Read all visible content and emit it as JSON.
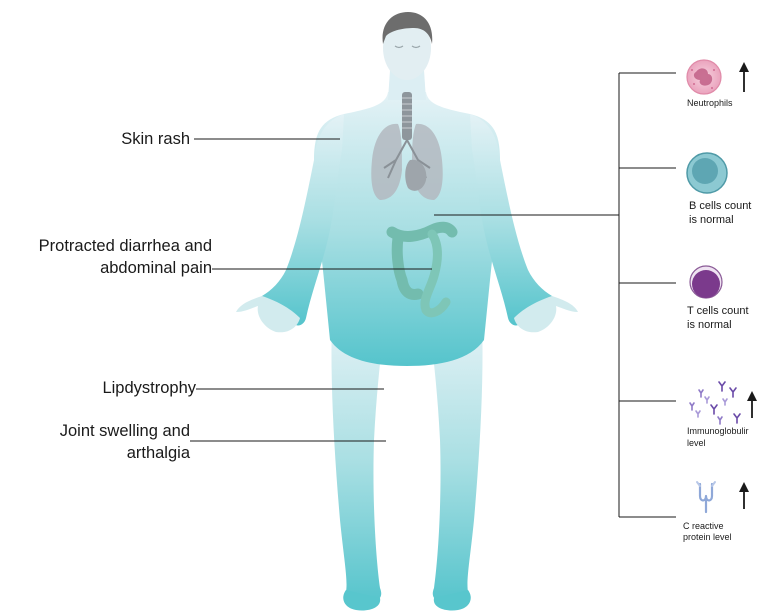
{
  "symptoms": {
    "skin_rash": "Skin rash",
    "diarrhea_line1": "Protracted diarrhea and",
    "diarrhea_line2": "abdominal pain",
    "lipodystrophy": "Lipdystrophy",
    "joint_line1": "Joint swelling and",
    "joint_line2": "arthalgia"
  },
  "lab_findings": {
    "neutrophils": {
      "label": "Neutrophils",
      "trend": "up"
    },
    "b_cells": {
      "line1": "B cells count",
      "line2": "is normal"
    },
    "t_cells": {
      "line1": "T cells count",
      "line2": "is normal"
    },
    "immunoglobulin": {
      "line1": "Immunoglobulir",
      "line2": "level",
      "trend": "up"
    },
    "crp": {
      "line1": "C reactive",
      "line2": "protein level",
      "trend": "up"
    }
  },
  "colors": {
    "body_top": "#dff0f5",
    "body_bottom": "#4fc3cc",
    "lungs": "#a9b0b7",
    "intestine": "#6fb9ad",
    "hair": "#6d6d6d",
    "neutrophil": "#f2b8cc",
    "b_cell": "#5fa9b5",
    "t_cell": "#7b3a8c",
    "antibody": "#6a4aa8",
    "crp": "#8fa8d8"
  }
}
